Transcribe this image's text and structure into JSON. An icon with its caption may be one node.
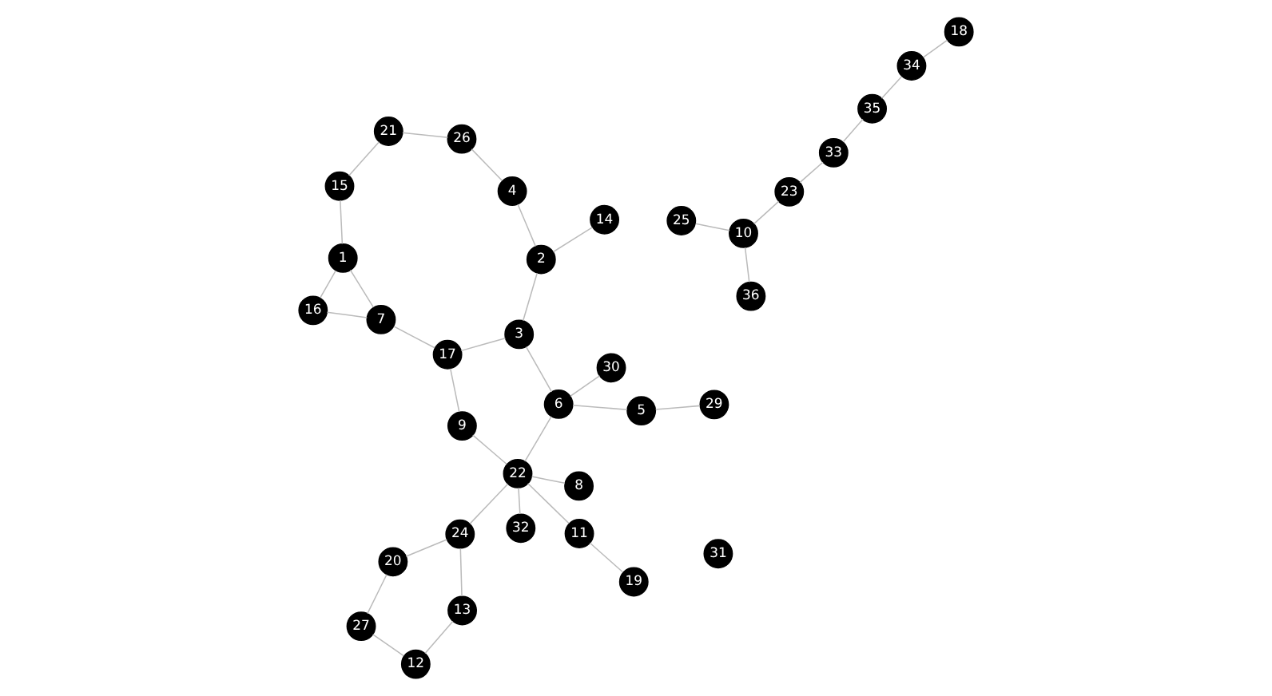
{
  "diagram": {
    "nodes": [
      {
        "text": [
          "1"
        ]
      },
      {
        "text": [
          "2"
        ]
      },
      {
        "text": [
          "3"
        ]
      },
      {
        "text": [
          "4"
        ]
      },
      {
        "text": [
          "5"
        ]
      },
      {
        "text": [
          "6"
        ]
      },
      {
        "text": [
          "7"
        ]
      },
      {
        "text": [
          "8"
        ]
      },
      {
        "text": [
          "9"
        ]
      },
      {
        "text": [
          "10"
        ]
      },
      {
        "text": [
          "11"
        ]
      },
      {
        "text": [
          "12"
        ]
      },
      {
        "text": [
          "13"
        ]
      },
      {
        "text": [
          "14"
        ]
      },
      {
        "text": [
          "15"
        ]
      },
      {
        "text": [
          "16"
        ]
      },
      {
        "text": [
          "17"
        ]
      },
      {
        "text": [
          "18"
        ]
      },
      {
        "text": [
          "19"
        ]
      },
      {
        "text": [
          "20"
        ]
      },
      {
        "text": [
          "21"
        ]
      },
      {
        "text": [
          "22"
        ]
      },
      {
        "text": [
          "23"
        ]
      },
      {
        "text": [
          "24"
        ]
      },
      {
        "text": [
          "25"
        ]
      },
      {
        "text": [
          "26"
        ]
      },
      {
        "text": [
          "27"
        ]
      },
      {
        "text": [
          "29"
        ]
      },
      {
        "text": [
          "30"
        ]
      },
      {
        "text": [
          "31"
        ]
      },
      {
        "text": [
          "32"
        ]
      },
      {
        "text": [
          "33"
        ]
      },
      {
        "text": [
          "34"
        ]
      },
      {
        "text": [
          "35"
        ]
      },
      {
        "text": [
          "36"
        ]
      }
    ],
    "edges": [
      {
        "from": 27,
        "to": 4,
        "arrow": "none"
      },
      {
        "from": 4,
        "to": 5,
        "arrow": "none"
      },
      {
        "from": 13,
        "to": 1,
        "arrow": "none"
      },
      {
        "from": 1,
        "to": 2,
        "arrow": "none"
      },
      {
        "from": 1,
        "to": 3,
        "arrow": "none"
      },
      {
        "from": 2,
        "to": 5,
        "arrow": "none"
      },
      {
        "from": 2,
        "to": 16,
        "arrow": "none"
      },
      {
        "from": 5,
        "to": 28,
        "arrow": "none"
      },
      {
        "from": 5,
        "to": 21,
        "arrow": "none"
      },
      {
        "from": 7,
        "to": 21,
        "arrow": "none"
      },
      {
        "from": 30,
        "to": 21,
        "arrow": "none"
      },
      {
        "from": 8,
        "to": 21,
        "arrow": "none"
      },
      {
        "from": 16,
        "to": 8,
        "arrow": "none"
      },
      {
        "from": 16,
        "to": 6,
        "arrow": "none"
      },
      {
        "from": 6,
        "to": 0,
        "arrow": "none"
      },
      {
        "from": 6,
        "to": 15,
        "arrow": "none"
      },
      {
        "from": 0,
        "to": 15,
        "arrow": "none"
      },
      {
        "from": 0,
        "to": 14,
        "arrow": "none"
      },
      {
        "from": 3,
        "to": 25,
        "arrow": "none"
      },
      {
        "from": 25,
        "to": 20,
        "arrow": "none"
      },
      {
        "from": 20,
        "to": 14,
        "arrow": "none"
      },
      {
        "from": 33,
        "to": 31,
        "arrow": "none"
      },
      {
        "from": 31,
        "to": 22,
        "arrow": "none"
      },
      {
        "from": 22,
        "to": 9,
        "arrow": "none"
      },
      {
        "from": 24,
        "to": 9,
        "arrow": "none"
      },
      {
        "from": 9,
        "to": 34,
        "arrow": "none"
      },
      {
        "from": 33,
        "to": 32,
        "arrow": "none"
      },
      {
        "from": 32,
        "to": 17,
        "arrow": "none"
      },
      {
        "from": 21,
        "to": 23,
        "arrow": "none"
      },
      {
        "from": 21,
        "to": 10,
        "arrow": "none"
      },
      {
        "from": 18,
        "to": 10,
        "arrow": "none"
      },
      {
        "from": 23,
        "to": 12,
        "arrow": "none"
      },
      {
        "from": 12,
        "to": 11,
        "arrow": "none"
      },
      {
        "from": 11,
        "to": 26,
        "arrow": "none"
      },
      {
        "from": 26,
        "to": 19,
        "arrow": "none"
      },
      {
        "from": 19,
        "to": 23,
        "arrow": "none"
      }
    ]
  }
}
